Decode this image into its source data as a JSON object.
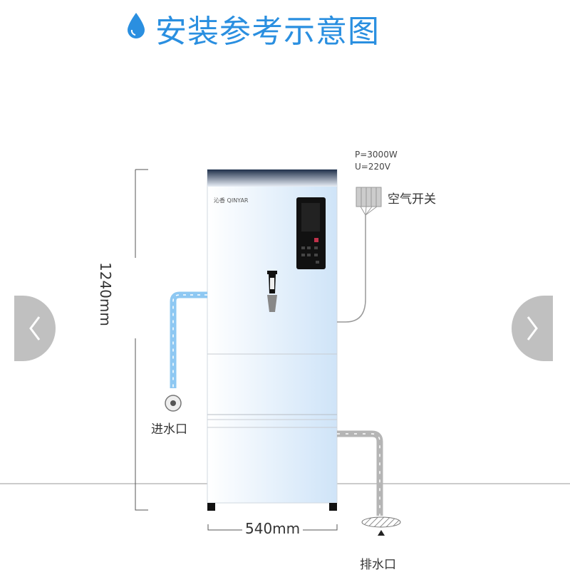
{
  "title": "安装参考示意图",
  "logo_text": "沁香 QINYAR",
  "spec": {
    "power": "P=3000W",
    "voltage": "U=220V"
  },
  "labels": {
    "air_switch": "空气开关",
    "inlet": "进水口",
    "drain": "排水口"
  },
  "dimensions": {
    "height": "1240mm",
    "width": "540mm"
  },
  "colors": {
    "accent": "#2a8fe0",
    "inlet_pipe": "#8ec8f2",
    "drain_pipe": "#b5b5b5"
  }
}
